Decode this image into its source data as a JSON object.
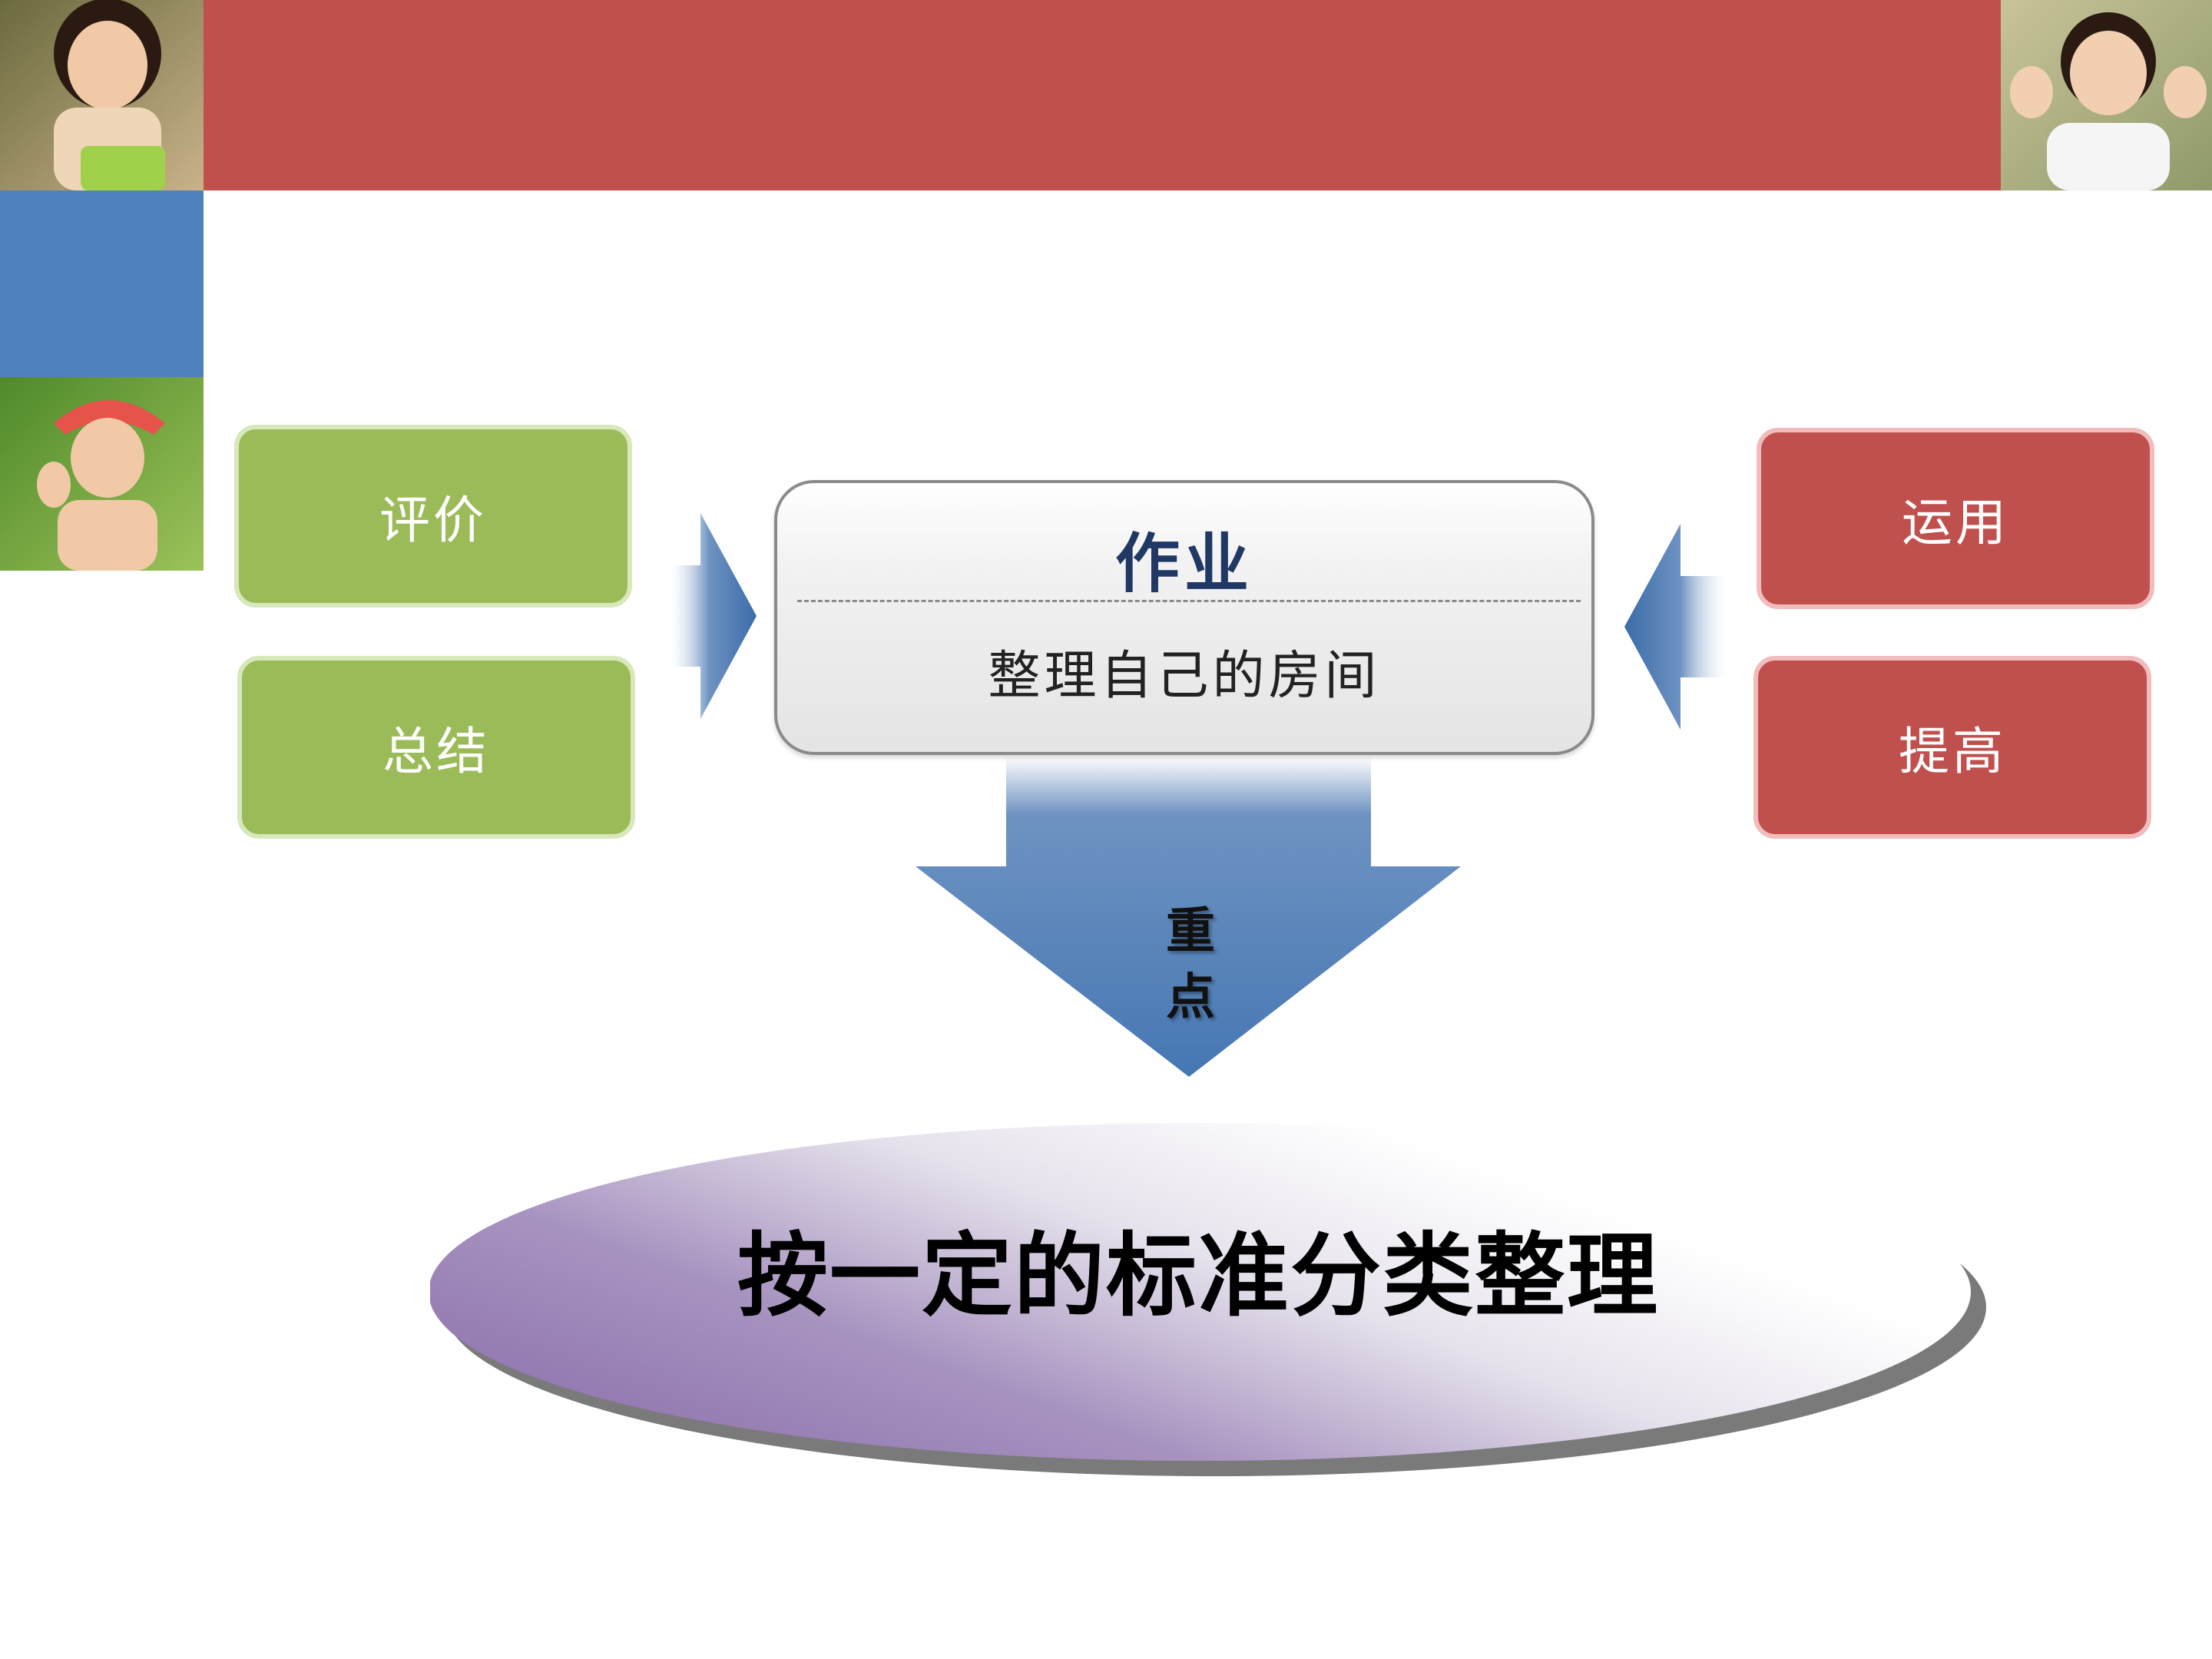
{
  "left_items": [
    {
      "label": "评价"
    },
    {
      "label": "总结"
    }
  ],
  "right_items": [
    {
      "label": "运用"
    },
    {
      "label": "提高"
    }
  ],
  "center": {
    "title": "作业",
    "subtitle": "整理自己的房间"
  },
  "focus_arrow": {
    "label_line1": "重",
    "label_line2": "点"
  },
  "conclusion": "按一定的标准分类整理",
  "colors": {
    "header_red": "#C0504D",
    "side_blue": "#4F81BD",
    "green_box": "#9BBB59",
    "red_box": "#C0504D",
    "arrow_blue": "#4F81BD",
    "title_navy": "#1F3864",
    "ellipse_purple": "#9B83B6"
  },
  "images": [
    "girl-with-watering-can-photo",
    "toddler-waving-photo",
    "girl-in-hat-clapping-photo"
  ]
}
